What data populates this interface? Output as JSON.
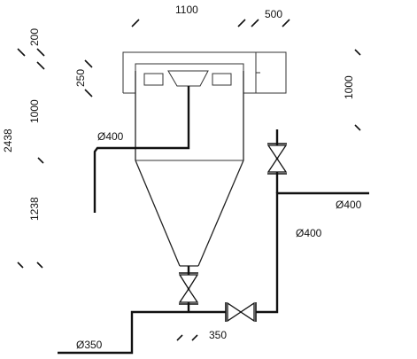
{
  "labels": {
    "width_total": "1100",
    "width_side": "500",
    "h_top": "200",
    "h_inlet": "250",
    "h_upper": "1000",
    "h_total": "2438",
    "h_cone": "1238",
    "h_right": "1000",
    "dia_inlet": "Ø400",
    "dia_outlet_right": "Ø400",
    "dia_riser": "Ø400",
    "dia_bottom": "Ø350",
    "len_bottom": "350"
  },
  "colors": {
    "line": "#111111",
    "background": "#ffffff"
  }
}
